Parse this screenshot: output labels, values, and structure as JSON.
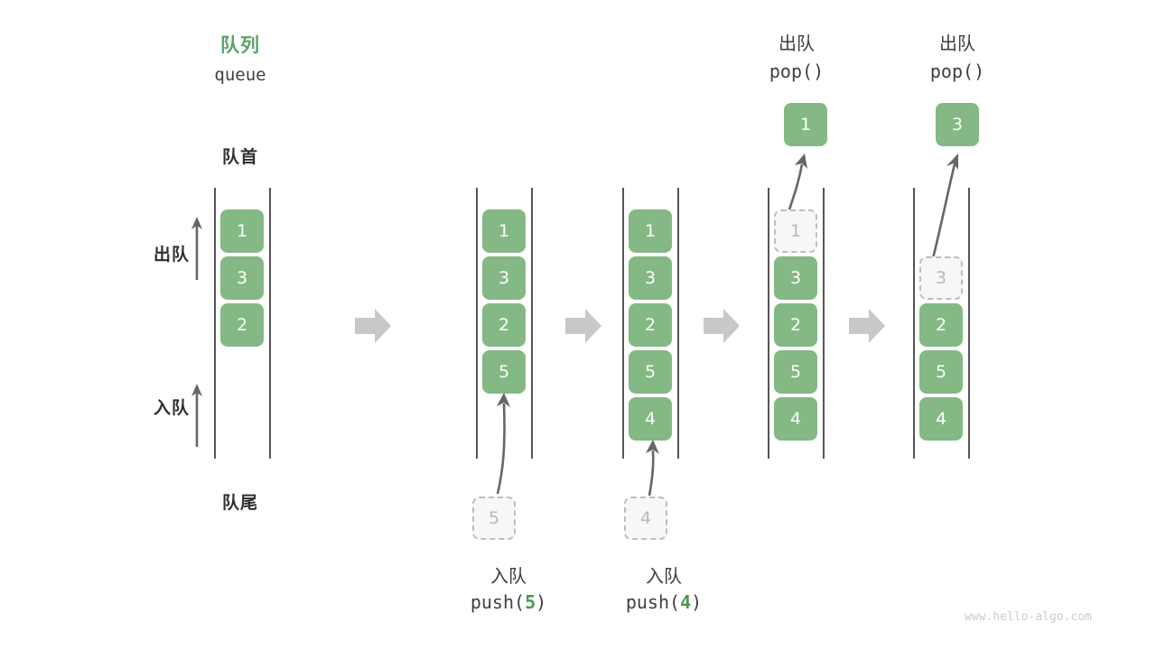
{
  "title": {
    "cn": "队列",
    "en": "queue",
    "color": "#5aa469"
  },
  "labels": {
    "front": "队首",
    "rear": "队尾",
    "dequeue": "出队",
    "enqueue": "入队"
  },
  "colors": {
    "cell_fill": "#84b884",
    "cell_text": "#ffffff",
    "ghost_fill": "#f7f7f7",
    "ghost_border": "#bdbdbd",
    "ghost_text": "#b9b9b9",
    "rail": "#555555",
    "connector": "#c8c8c8",
    "arrow": "#666666",
    "accent_green": "#4c9a4c"
  },
  "steps": [
    {
      "id": "initial",
      "cells": [
        "1",
        "3",
        "2"
      ],
      "ghost": null,
      "op_cn": null,
      "op_code": null,
      "popped": null
    },
    {
      "id": "push-5",
      "cells": [
        "1",
        "3",
        "2",
        "5"
      ],
      "ghost": {
        "value": "5",
        "position": "bottom"
      },
      "op_cn": "入队",
      "op_code_prefix": "push(",
      "op_code_num": "5",
      "op_code_suffix": ")",
      "popped": null
    },
    {
      "id": "push-4",
      "cells": [
        "1",
        "3",
        "2",
        "5",
        "4"
      ],
      "ghost": {
        "value": "4",
        "position": "bottom"
      },
      "op_cn": "入队",
      "op_code_prefix": "push(",
      "op_code_num": "4",
      "op_code_suffix": ")",
      "popped": null
    },
    {
      "id": "pop-1",
      "cells": [
        "",
        "3",
        "2",
        "5",
        "4"
      ],
      "ghost": {
        "value": "1",
        "position": "slot0"
      },
      "op_cn": "出队",
      "op_code_prefix": "pop(",
      "op_code_num": "",
      "op_code_suffix": ")",
      "popped": "1"
    },
    {
      "id": "pop-3",
      "cells": [
        "",
        "",
        "2",
        "5",
        "4"
      ],
      "ghost": {
        "value": "3",
        "position": "slot1"
      },
      "op_cn": "出队",
      "op_code_prefix": "pop(",
      "op_code_num": "",
      "op_code_suffix": ")",
      "popped": "3"
    }
  ],
  "watermark": "www.hello-algo.com"
}
